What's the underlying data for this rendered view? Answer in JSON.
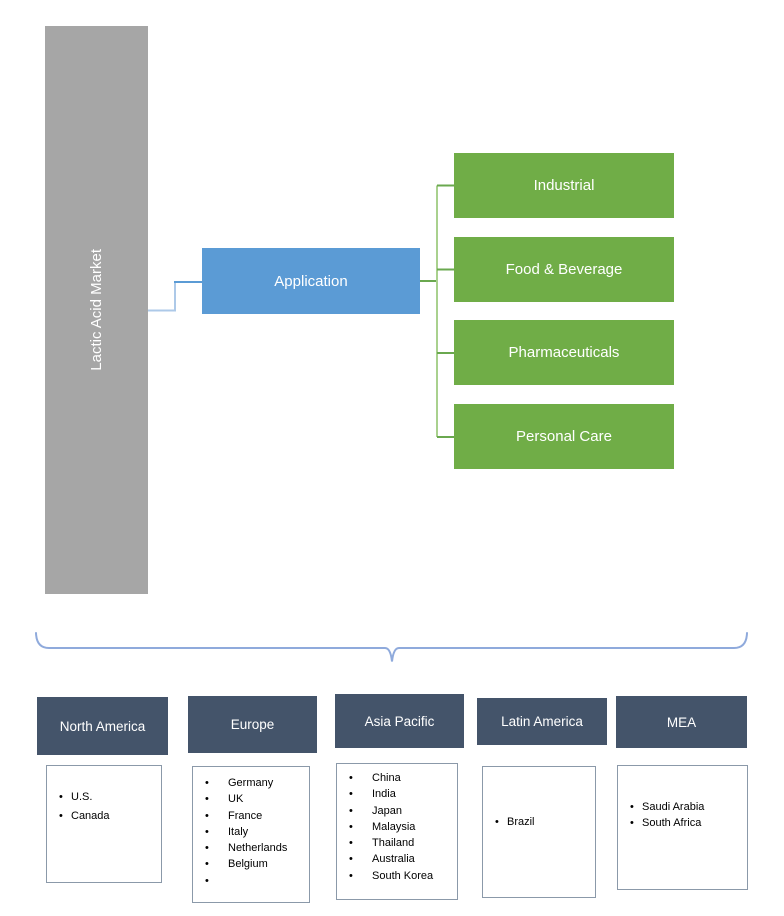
{
  "root": {
    "label": "Lactic Acid Market"
  },
  "segment": {
    "label": "Application"
  },
  "applications": [
    {
      "label": "Industrial"
    },
    {
      "label": "Food & Beverage"
    },
    {
      "label": "Pharmaceuticals"
    },
    {
      "label": "Personal Care"
    }
  ],
  "regions": [
    {
      "name": "North America",
      "countries": [
        "U.S.",
        "Canada"
      ]
    },
    {
      "name": "Europe",
      "countries": [
        "Germany",
        "UK",
        "France",
        "Italy",
        "Netherlands",
        "Belgium",
        ""
      ]
    },
    {
      "name": "Asia Pacific",
      "countries": [
        "China",
        "India",
        "Japan",
        "Malaysia",
        "Thailand",
        "Australia",
        "South Korea"
      ]
    },
    {
      "name": "Latin America",
      "countries": [
        "Brazil"
      ]
    },
    {
      "name": "MEA",
      "countries": [
        "Saudi Arabia",
        "South Africa"
      ]
    }
  ],
  "colors": {
    "root_bar": "#A6A6A6",
    "application_box": "#5B9BD5",
    "application_items": "#70AD47",
    "region_header": "#44546A",
    "brace": "#8FAADC",
    "connector_blue": "#5B9BD5",
    "connector_blue_light": "#ADC9E8",
    "connector_green": "#6AA84F",
    "connector_green_light": "#A9D18E",
    "list_border": "#8B99A9"
  }
}
